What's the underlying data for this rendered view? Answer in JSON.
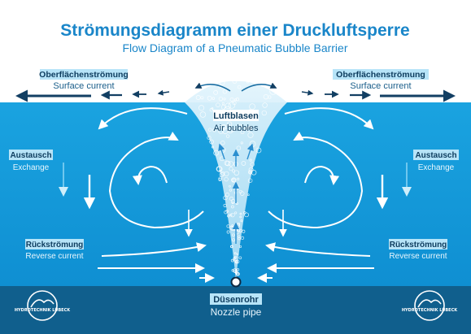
{
  "title": {
    "de": "Strömungsdiagramm einer Druckluftsperre",
    "en": "Flow Diagram of a Pneumatic Bubble Barrier"
  },
  "labels": {
    "surface_left_de": "Oberflächenströmung",
    "surface_left_en": "Surface current",
    "surface_right_de": "Oberflächenströmung",
    "surface_right_en": "Surface current",
    "bubbles_de": "Luftblasen",
    "bubbles_en": "Air bubbles",
    "exchange_left_de": "Austausch",
    "exchange_left_en": "Exchange",
    "exchange_right_de": "Austausch",
    "exchange_right_en": "Exchange",
    "reverse_left_de": "Rückströmung",
    "reverse_left_en": "Reverse current",
    "reverse_right_de": "Rückströmung",
    "reverse_right_en": "Reverse current",
    "nozzle_de": "Düsenrohr",
    "nozzle_en": "Nozzle pipe"
  },
  "logos": {
    "left_text": "HYDROTECHNIK LÜBECK",
    "right_text": "HYDROTECHNIK LÜBECK"
  },
  "colors": {
    "title_blue": "#1a86c9",
    "water": "#0f9adb",
    "water_light": "#39b4ea",
    "bottom": "#105f8d",
    "surface_arrow": "#123f63",
    "label_box": "#b7e4f8",
    "label_text": "#0d3c5e"
  }
}
